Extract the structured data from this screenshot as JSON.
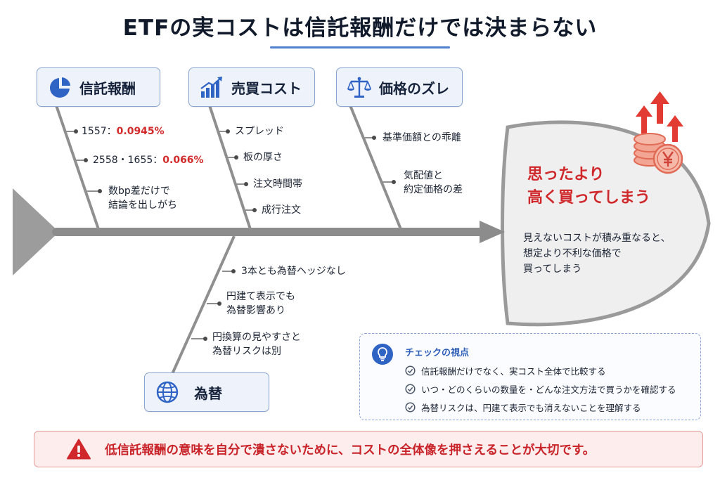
{
  "title": "ETFの実コストは信託報酬だけでは決まらない",
  "categories": {
    "trust_fee": {
      "label": "信託報酬",
      "icon": "pie-chart-icon",
      "items": [
        {
          "text": "1557：",
          "highlight": "0.0945%"
        },
        {
          "text": "2558・1655：",
          "highlight": "0.066%"
        },
        {
          "lines": [
            "数bp差だけで",
            "結論を出しがち"
          ]
        }
      ]
    },
    "trading_cost": {
      "label": "売買コスト",
      "icon": "bar-chart-icon",
      "items": [
        "スプレッド",
        "板の厚さ",
        "注文時間帯",
        "成行注文"
      ]
    },
    "price_gap": {
      "label": "価格のズレ",
      "icon": "scale-icon",
      "items": [
        {
          "lines": [
            "基準価額との乖離"
          ]
        },
        {
          "lines": [
            "気配値と",
            "約定価格の差"
          ]
        }
      ]
    },
    "fx": {
      "label": "為替",
      "icon": "globe-icon",
      "items": [
        {
          "lines": [
            "3本とも為替ヘッジなし"
          ]
        },
        {
          "lines": [
            "円建て表示でも",
            "為替影響あり"
          ]
        },
        {
          "lines": [
            "円換算の見やすさと",
            "為替リスクは別"
          ]
        }
      ]
    }
  },
  "head": {
    "title_lines": [
      "思ったより",
      "高く買ってしまう"
    ],
    "body_lines": [
      "見えないコストが積み重なると、",
      "想定より不利な価格で",
      "買ってしまう"
    ],
    "icon": "coins-yen-rising-icon"
  },
  "check_panel": {
    "icon": "lightbulb-icon",
    "title": "チェックの視点",
    "items": [
      "信託報酬だけでなく、実コスト全体で比較する",
      "いつ・どのくらいの数量を・どんな注文方法で買うかを確認する",
      "為替リスクは、円建て表示でも消えないことを理解する"
    ]
  },
  "alert": {
    "icon": "warning-icon",
    "text": "低信託報酬の意味を自分で潰さないために、コストの全体像を押さえることが大切です。"
  },
  "colors": {
    "spine": "#8c8c8c",
    "accent_blue": "#2f63c4",
    "accent_red": "#d0272b",
    "box_fill": "#eef3fb"
  }
}
